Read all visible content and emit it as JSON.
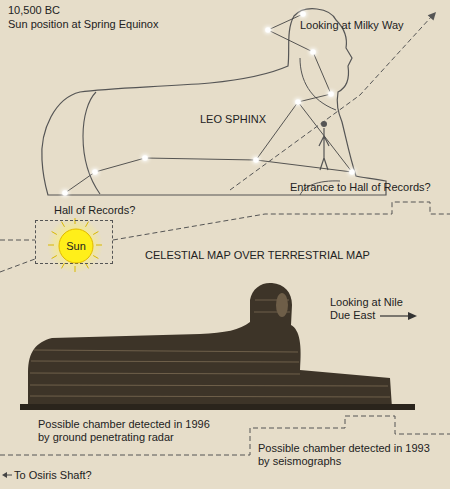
{
  "diagram": {
    "nodes": [
      {
        "text": [
          "Hall of Records?"
        ]
      },
      {
        "text": [
          "Sun"
        ],
        "in": 0
      }
    ],
    "labels": [
      "10,500 BC",
      "Sun position at Spring Equinox",
      "Looking at Milky Way",
      "LEO SPHINX",
      "Entrance to Hall of Records?",
      "CELESTIAL MAP OVER TERRESTRIAL MAP",
      "Looking at Nile Due East",
      "Possible chamber detected in 1996 by ground penetrating radar",
      "Possible chamber detected in 1993 by seismographs",
      "To Osiris Shaft?"
    ]
  }
}
